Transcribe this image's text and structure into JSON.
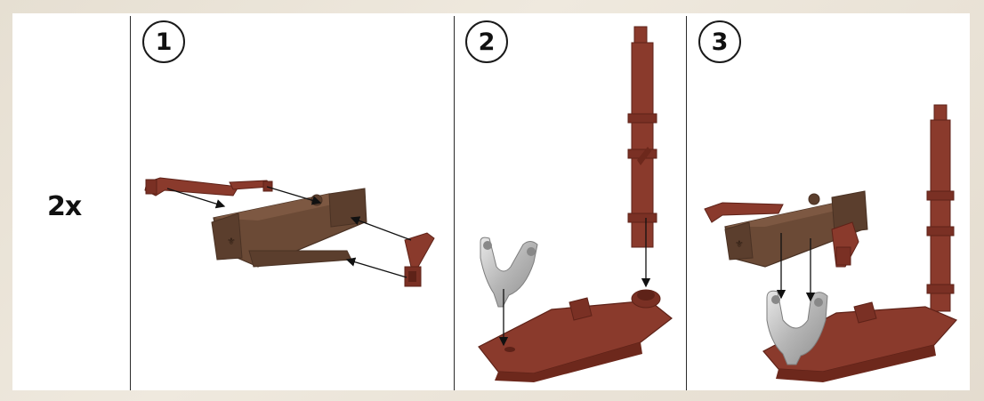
{
  "quantity_label": "2x",
  "steps": [
    {
      "number": "1",
      "parts": [
        "crossbow-body",
        "bow-limb-left",
        "bow-limb-right",
        "bow-string-end-left",
        "bow-string-end-right"
      ]
    },
    {
      "number": "2",
      "parts": [
        "silver-y-clip",
        "brown-base-plate",
        "brown-post"
      ]
    },
    {
      "number": "3",
      "parts": [
        "assembled-crossbow",
        "silver-y-clip",
        "base-with-post"
      ]
    }
  ],
  "colors": {
    "brick_brown": "#8a3a2c",
    "brick_brown_dark": "#5e2218",
    "crossbow_brown": "#6b4a36",
    "crossbow_dark": "#4a3224",
    "silver": "#c4c4c4",
    "arrow": "#111111"
  }
}
